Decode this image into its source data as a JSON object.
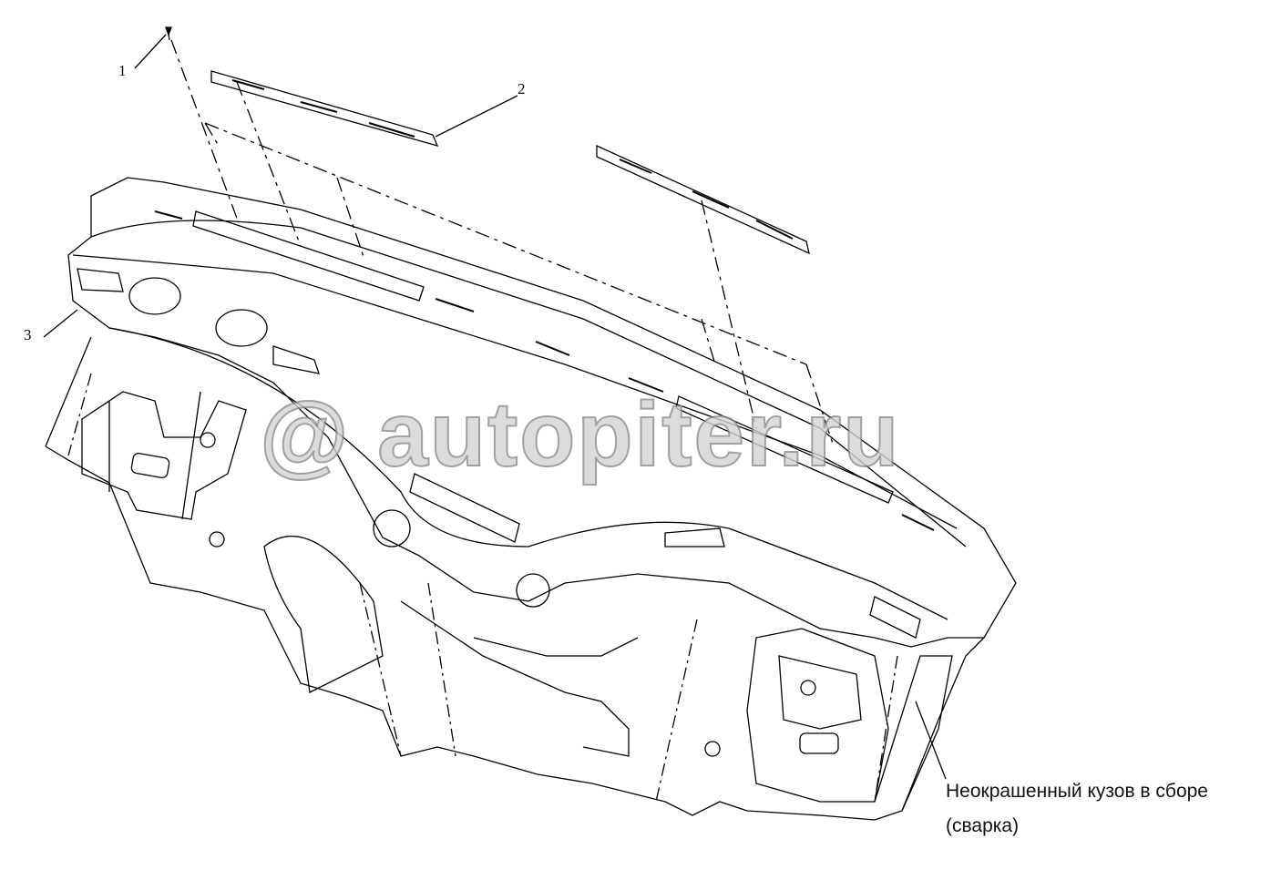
{
  "callouts": {
    "c1": "1",
    "c2": "2",
    "c3": "3"
  },
  "caption": {
    "line1": "Неокрашенный кузов в сборе",
    "line2": "(сварка)"
  },
  "watermark": "@ autopiter.ru",
  "colors": {
    "line": "#000000",
    "watermark": "#969696"
  }
}
